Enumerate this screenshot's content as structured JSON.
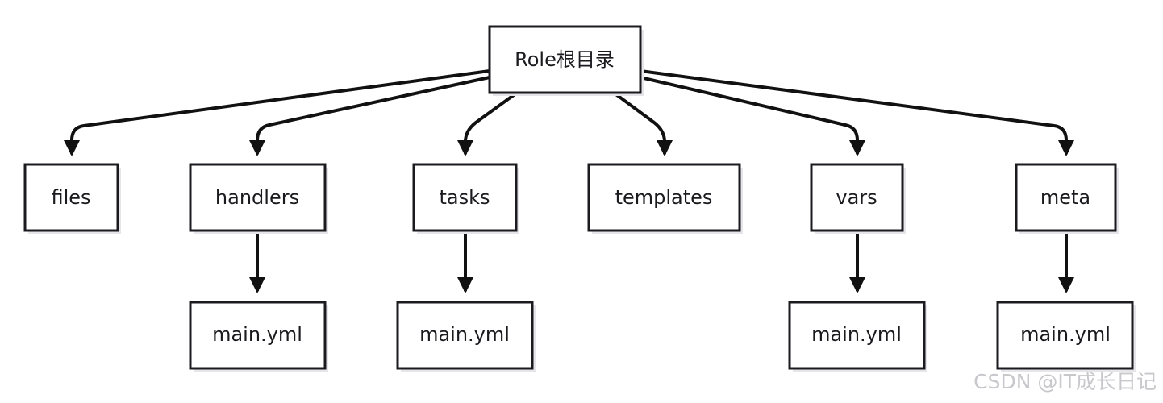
{
  "root": {
    "label": "Role根目录"
  },
  "dirs": [
    {
      "id": "files",
      "label": "files"
    },
    {
      "id": "handlers",
      "label": "handlers"
    },
    {
      "id": "tasks",
      "label": "tasks"
    },
    {
      "id": "templates",
      "label": "templates"
    },
    {
      "id": "vars",
      "label": "vars"
    },
    {
      "id": "meta",
      "label": "meta"
    }
  ],
  "files": [
    {
      "id": "handlers-main",
      "parent": "handlers",
      "label": "main.yml"
    },
    {
      "id": "tasks-main",
      "parent": "tasks",
      "label": "main.yml"
    },
    {
      "id": "vars-main",
      "parent": "vars",
      "label": "main.yml"
    },
    {
      "id": "meta-main",
      "parent": "meta",
      "label": "main.yml"
    }
  ],
  "watermark": "CSDN @IT成长日记"
}
